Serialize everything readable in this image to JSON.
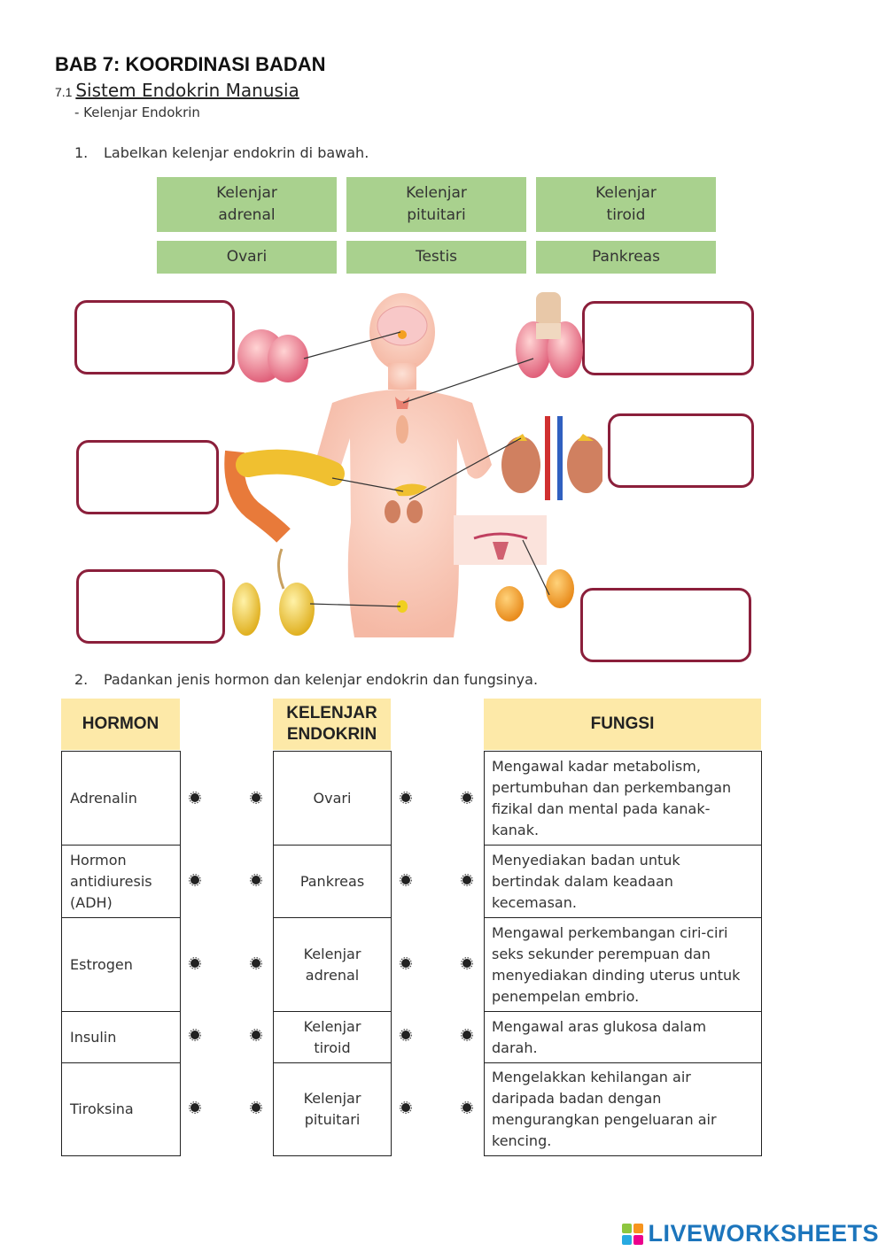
{
  "header": {
    "chapter_title": "BAB 7: KOORDINASI BADAN",
    "section_number": "7.1",
    "section_title": "Sistem Endokrin Manusia",
    "subsection": "- Kelenjar Endokrin"
  },
  "question1": {
    "number": "1.",
    "text": "Labelkan kelenjar endokrin di bawah.",
    "word_bank": [
      "Kelenjar\nadrenal",
      "Kelenjar\npituitari",
      "Kelenjar\ntiroid",
      "Ovari",
      "Testis",
      "Pankreas"
    ]
  },
  "question2": {
    "number": "2.",
    "text": "Padankan jenis hormon dan kelenjar endokrin dan fungsinya.",
    "headers": {
      "hormon": "HORMON",
      "kelenjar": "KELENJAR\nENDOKRIN",
      "fungsi": "FUNGSI"
    },
    "hormones": [
      "Adrenalin",
      "Hormon\nantidiuresis\n(ADH)",
      "Estrogen",
      "Insulin",
      "Tiroksina"
    ],
    "glands": [
      "Ovari",
      "Pankreas",
      "Kelenjar\nadrenal",
      "Kelenjar\ntiroid",
      "Kelenjar\npituitari"
    ],
    "functions": [
      "Mengawal kadar metabolism,\npertumbuhan dan perkembangan\nfizikal dan mental pada kanak-\nkanak.",
      "Menyediakan badan untuk\nbertindak dalam keadaan\nkecemasan.",
      "Mengawal perkembangan ciri-ciri\nseks sekunder perempuan dan\nmenyediakan dinding uterus untuk\npenempelan embrio.",
      "Mengawal aras glukosa dalam\ndarah.",
      "Mengelakkan kehilangan air\ndaripada badan dengan\nmengurangkan pengeluaran air\nkencing."
    ]
  },
  "footer": {
    "brand": "LIVEWORKSHEETS"
  },
  "colors": {
    "word_bank": "#a9d18e",
    "drop_border": "#8b1f3b",
    "table_header": "#fde9a8",
    "brand": "#1c75bc"
  }
}
